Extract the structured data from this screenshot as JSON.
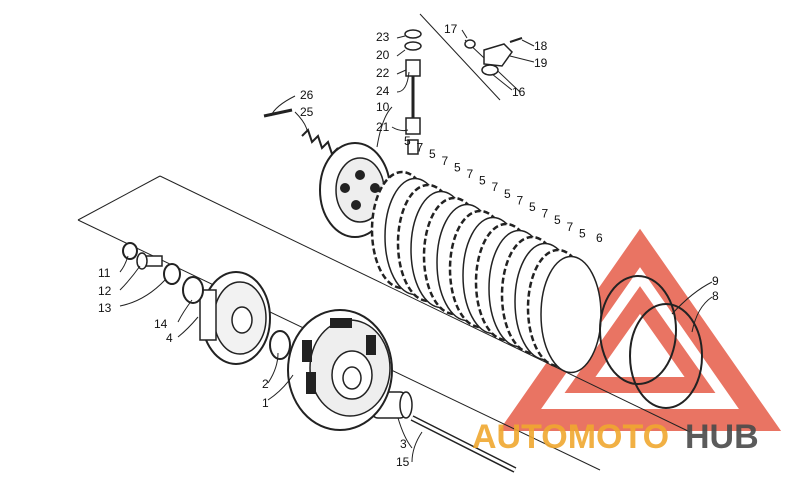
{
  "diagram": {
    "parts": [
      {
        "num": "1"
      },
      {
        "num": "2"
      },
      {
        "num": "3"
      },
      {
        "num": "4"
      },
      {
        "num": "5"
      },
      {
        "num": "6"
      },
      {
        "num": "7"
      },
      {
        "num": "8"
      },
      {
        "num": "9"
      },
      {
        "num": "10"
      },
      {
        "num": "11"
      },
      {
        "num": "12"
      },
      {
        "num": "13"
      },
      {
        "num": "14"
      },
      {
        "num": "15"
      },
      {
        "num": "16"
      },
      {
        "num": "17"
      },
      {
        "num": "18"
      },
      {
        "num": "19"
      },
      {
        "num": "20"
      },
      {
        "num": "21"
      },
      {
        "num": "22"
      },
      {
        "num": "23"
      },
      {
        "num": "24"
      },
      {
        "num": "25"
      },
      {
        "num": "26"
      }
    ]
  },
  "watermark": {
    "text_part1": "AUTOMOTO",
    "text_part2": "HUB",
    "colors": {
      "triangle": "#e2462f",
      "part1": "#f0a830",
      "part2": "#4a4a4a"
    }
  }
}
